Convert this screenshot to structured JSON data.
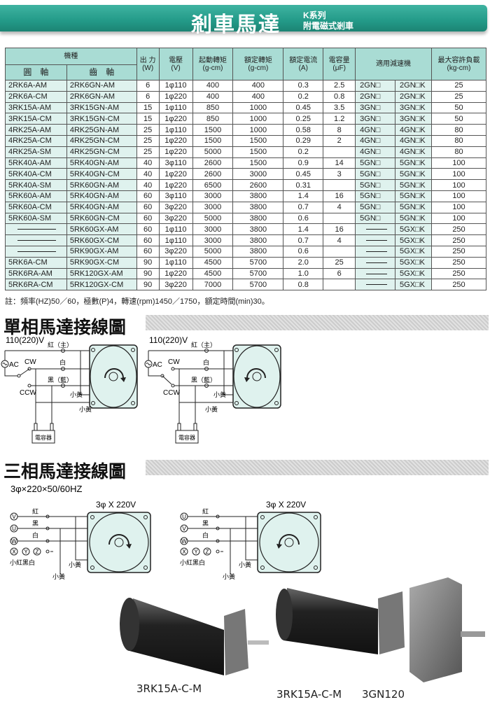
{
  "header": {
    "title": "剎車馬達",
    "subtitle1": "K系列",
    "subtitle2": "附電磁式剎車"
  },
  "table": {
    "group_header": "機種",
    "sub_headers": [
      "圓　軸",
      "齒　軸"
    ],
    "headers": [
      "出 力\n(W)",
      "電壓\n(V)",
      "起動轉矩\n(g-cm)",
      "額定轉矩\n(g-cm)",
      "額定電流\n(A)",
      "電容量\n(μF)",
      "適用減速機",
      "最大容許負載\n(kg-cm)"
    ],
    "rows": [
      [
        "2RK6A-AM",
        "2RK6GN-AM",
        "6",
        "1φ110",
        "400",
        "400",
        "0.3",
        "2.5",
        "2GN□",
        "2GN□K",
        "25"
      ],
      [
        "2RK6A-CM",
        "2RK6GN-AM",
        "6",
        "1φ220",
        "400",
        "400",
        "0.2",
        "0.8",
        "2GN□",
        "2GN□K",
        "25"
      ],
      [
        "3RK15A-AM",
        "3RK15GN-AM",
        "15",
        "1φ110",
        "850",
        "1000",
        "0.45",
        "3.5",
        "3GN□",
        "3GN□K",
        "50"
      ],
      [
        "3RK15A-CM",
        "3RK15GN-CM",
        "15",
        "1φ220",
        "850",
        "1000",
        "0.25",
        "1.2",
        "3GN□",
        "3GN□K",
        "50"
      ],
      [
        "4RK25A-AM",
        "4RK25GN-AM",
        "25",
        "1φ110",
        "1500",
        "1000",
        "0.58",
        "8",
        "4GN□",
        "4GN□K",
        "80"
      ],
      [
        "4RK25A-CM",
        "4RK25GN-CM",
        "25",
        "1φ220",
        "1500",
        "1500",
        "0.29",
        "2",
        "4GN□",
        "4GN□K",
        "80"
      ],
      [
        "4RK25A-SM",
        "4RK25GN-CM",
        "25",
        "1φ220",
        "5000",
        "1500",
        "0.2",
        "",
        "4GN□",
        "4GN□K",
        "80"
      ],
      [
        "5RK40A-AM",
        "5RK40GN-AM",
        "40",
        "3φ110",
        "2600",
        "1500",
        "0.9",
        "14",
        "5GN□",
        "5GN□K",
        "100"
      ],
      [
        "5RK40A-CM",
        "5RK40GN-CM",
        "40",
        "1φ220",
        "2600",
        "3000",
        "0.45",
        "3",
        "5GN□",
        "5GN□K",
        "100"
      ],
      [
        "5RK40A-SM",
        "5RK60GN-AM",
        "40",
        "1φ220",
        "6500",
        "2600",
        "0.31",
        "",
        "5GN□",
        "5GN□K",
        "100"
      ],
      [
        "5RK60A-AM",
        "5RK40GN-AM",
        "60",
        "3φ110",
        "3000",
        "3800",
        "1.4",
        "16",
        "5GN□",
        "5GN□K",
        "100"
      ],
      [
        "5RK60A-CM",
        "5RK40GN-AM",
        "60",
        "3φ220",
        "3000",
        "3800",
        "0.7",
        "4",
        "5GN□",
        "5GN□K",
        "100"
      ],
      [
        "5RK60A-SM",
        "5RK60GN-CM",
        "60",
        "3φ220",
        "5000",
        "3800",
        "0.6",
        "",
        "5GN□",
        "5GN□K",
        "100"
      ],
      [
        "—",
        "5RK60GX-AM",
        "60",
        "1φ110",
        "3000",
        "3800",
        "1.4",
        "16",
        "—",
        "5GX□K",
        "250"
      ],
      [
        "—",
        "5RK60GX-CM",
        "60",
        "1φ110",
        "3000",
        "3800",
        "0.7",
        "4",
        "—",
        "5GX□K",
        "250"
      ],
      [
        "—",
        "5RK90GX-AM",
        "60",
        "3φ220",
        "5000",
        "3800",
        "0.6",
        "",
        "—",
        "5GX□K",
        "250"
      ],
      [
        "5RK6A-CM",
        "5RK90GX-CM",
        "90",
        "1φ110",
        "4500",
        "5700",
        "2.0",
        "25",
        "—",
        "5GX□K",
        "250"
      ],
      [
        "5RK6RA-AM",
        "5RK120GX-AM",
        "90",
        "1φ220",
        "4500",
        "5700",
        "1.0",
        "6",
        "—",
        "5GX□K",
        "250"
      ],
      [
        "5RK6RA-CM",
        "5RK120GX-CM",
        "90",
        "3φ220",
        "7000",
        "5700",
        "0.8",
        "",
        "—",
        "5GX□K",
        "250"
      ]
    ]
  },
  "note": "註：頻率(HZ)50／60，極數(P)4，轉速(rpm)1450／1750，額定時間(min)30。",
  "single_phase": {
    "title": "單相馬達接線圖",
    "voltage": "110(220)V",
    "red": "紅（主）",
    "white": "白",
    "black": "黑（藍）",
    "yellow": "小黃",
    "cw": "CW",
    "ccw": "CCW",
    "ac": "AC",
    "capacitor": "電容器"
  },
  "three_phase": {
    "title": "三相馬達接線圖",
    "spec": "3φ×220×50/60HZ",
    "voltage": "3φ X 220V",
    "red": "紅",
    "black": "黑",
    "white": "白",
    "yellow": "小黃",
    "xyz_label": "小紅黑白",
    "left_terms": [
      "V",
      "U",
      "W"
    ],
    "right_terms": [
      "U",
      "V",
      "W"
    ],
    "xyz": [
      "X",
      "Y",
      "Z"
    ]
  },
  "photos": {
    "label1": "3RK15A-C-M",
    "label2": "3RK15A-C-M",
    "label3": "3GN120"
  }
}
